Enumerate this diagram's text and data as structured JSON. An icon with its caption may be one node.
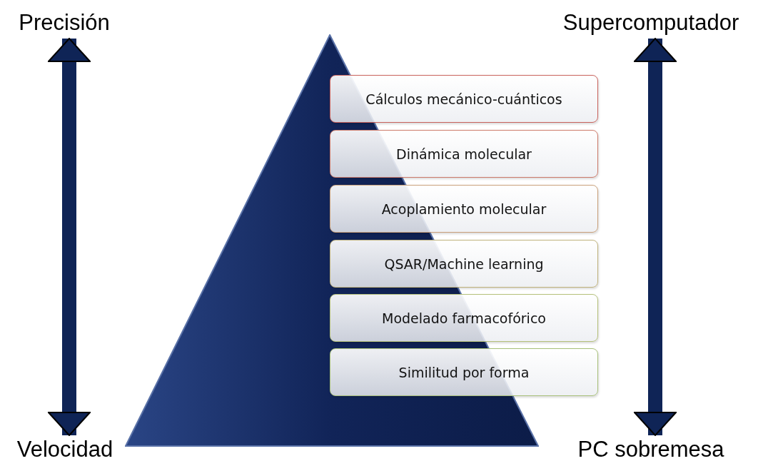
{
  "diagram": {
    "nodes": [
      {
        "text": [
          "Precisión"
        ]
      },
      {
        "text": [
          "Velocidad"
        ]
      },
      {
        "text": [
          "Supercomputador"
        ]
      },
      {
        "text": [
          "PC sobremesa"
        ]
      },
      {
        "text": [],
        "shape": "triangle"
      },
      {
        "text": [
          "Cálculos mecánico-cuánticos"
        ]
      },
      {
        "text": [
          "Dinámica molecular"
        ]
      },
      {
        "text": [
          "Acoplamiento molecular"
        ]
      },
      {
        "text": [
          "QSAR/Machine learning"
        ]
      },
      {
        "text": [
          "Modelado farmacofórico"
        ]
      },
      {
        "text": [
          "Similitud por forma"
        ]
      }
    ],
    "edges": [
      {
        "from": 0,
        "to": 1,
        "arrow": "both"
      },
      {
        "from": 2,
        "to": 3,
        "arrow": "both"
      }
    ]
  }
}
